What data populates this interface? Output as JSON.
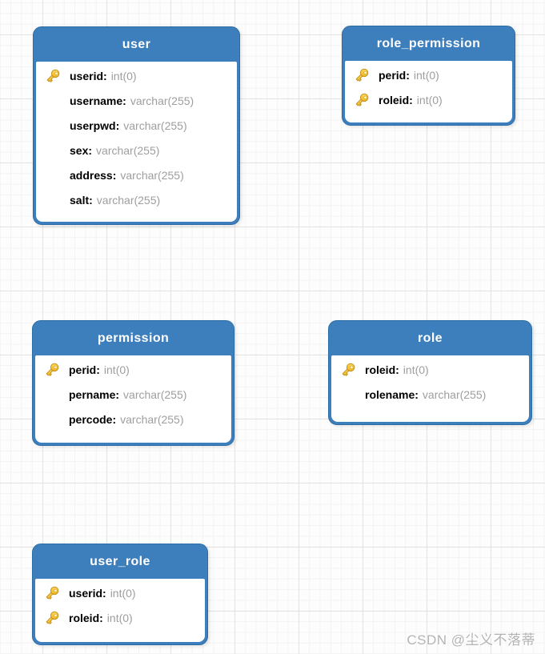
{
  "diagram": {
    "separator": ":",
    "tables": [
      {
        "name": "user",
        "fields": [
          {
            "name": "userid",
            "type": "int(0)",
            "key": true
          },
          {
            "name": "username",
            "type": "varchar(255)",
            "key": false
          },
          {
            "name": "userpwd",
            "type": "varchar(255)",
            "key": false
          },
          {
            "name": "sex",
            "type": "varchar(255)",
            "key": false
          },
          {
            "name": "address",
            "type": "varchar(255)",
            "key": false
          },
          {
            "name": "salt",
            "type": "varchar(255)",
            "key": false
          }
        ]
      },
      {
        "name": "role_permission",
        "fields": [
          {
            "name": "perid",
            "type": "int(0)",
            "key": true
          },
          {
            "name": "roleid",
            "type": "int(0)",
            "key": true
          }
        ]
      },
      {
        "name": "permission",
        "fields": [
          {
            "name": "perid",
            "type": "int(0)",
            "key": true
          },
          {
            "name": "pername",
            "type": "varchar(255)",
            "key": false
          },
          {
            "name": "percode",
            "type": "varchar(255)",
            "key": false
          }
        ]
      },
      {
        "name": "role",
        "fields": [
          {
            "name": "roleid",
            "type": "int(0)",
            "key": true
          },
          {
            "name": "rolename",
            "type": "varchar(255)",
            "key": false
          }
        ]
      },
      {
        "name": "user_role",
        "fields": [
          {
            "name": "userid",
            "type": "int(0)",
            "key": true
          },
          {
            "name": "roleid",
            "type": "int(0)",
            "key": true
          }
        ]
      }
    ]
  },
  "watermark": {
    "text": "CSDN @尘义不落蒂"
  },
  "colors": {
    "header_blue": "#3d7ebd",
    "border_blue": "#2e6da4",
    "field_type_gray": "#9e9e9e",
    "key_gold": "#f2b616",
    "grid_minor": "#f3f3f3",
    "grid_major": "#e3e3e3"
  }
}
